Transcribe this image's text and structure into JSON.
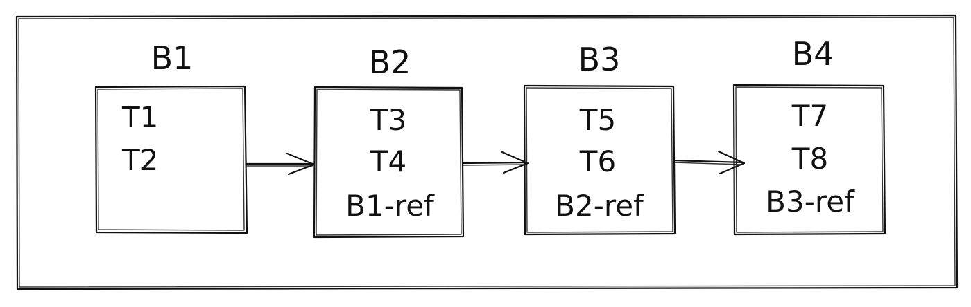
{
  "diagram": {
    "blocks": [
      {
        "label": "B1",
        "items": [
          "T1",
          "T2"
        ]
      },
      {
        "label": "B2",
        "items": [
          "T3",
          "T4",
          "B1-ref"
        ]
      },
      {
        "label": "B3",
        "items": [
          "T5",
          "T6",
          "B2-ref"
        ]
      },
      {
        "label": "B4",
        "items": [
          "T7",
          "T8",
          "B3-ref"
        ]
      }
    ],
    "arrows": [
      {
        "from": "B1",
        "to": "B2"
      },
      {
        "from": "B2",
        "to": "B3"
      },
      {
        "from": "B3",
        "to": "B4"
      }
    ]
  }
}
